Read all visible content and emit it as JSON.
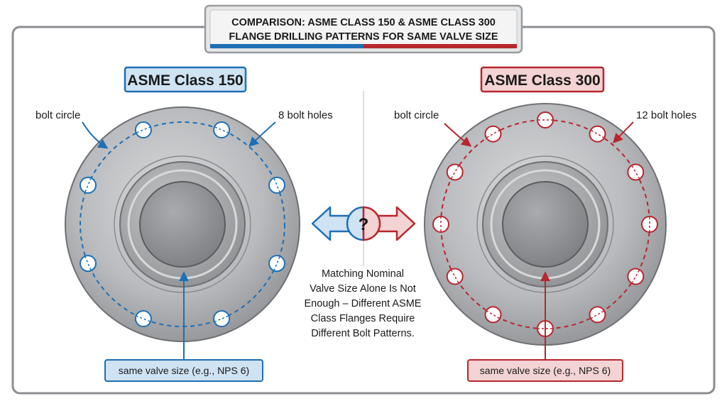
{
  "title": {
    "line1": "COMPARISON: ASME CLASS 150 & ASME CLASS 300",
    "line2": "FLANGE DRILLING PATTERNS FOR SAME VALVE SIZE"
  },
  "colors": {
    "class150": "#1f6fb5",
    "class150_fill": "#cfe3f3",
    "class300": "#b8262e",
    "class300_fill": "#f3d3d3",
    "flange_face": "#b3b5b8",
    "flange_edge": "#6e7073"
  },
  "left": {
    "heading": "ASME Class 150",
    "bolt_circle_label": "bolt circle",
    "bolt_holes_label": "8 bolt holes",
    "bolt_hole_count": 8,
    "size_label": "same valve size (e.g., NPS 6)"
  },
  "right": {
    "heading": "ASME Class 300",
    "bolt_circle_label": "bolt circle",
    "bolt_holes_label": "12 bolt holes",
    "bolt_hole_count": 12,
    "size_label": "same valve size (e.g., NPS 6)"
  },
  "center": {
    "symbol": "?",
    "note_lines": [
      "Matching Nominal",
      "Valve Size Alone Is Not",
      "Enough – Different ASME",
      "Class Flanges Require",
      "Different Bolt Patterns."
    ]
  }
}
